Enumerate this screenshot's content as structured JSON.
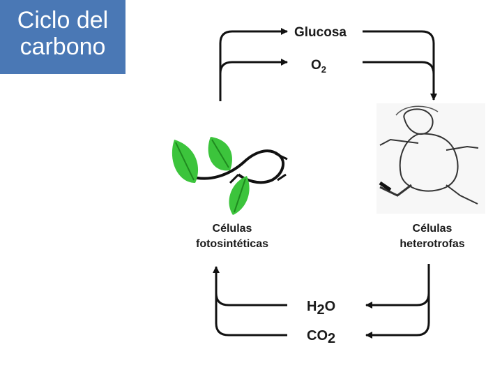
{
  "slide": {
    "title_line1": "Ciclo del",
    "title_line2": "carbono"
  },
  "diagram": {
    "top_labels": {
      "glucose": "Glucosa",
      "oxygen_main": "O",
      "oxygen_sub": "2"
    },
    "bottom_labels": {
      "water_h": "H",
      "water_sub": "2",
      "water_o": "O",
      "co2_main": "CO",
      "co2_sub": "2"
    },
    "left_node": {
      "line1": "Células",
      "line2": "fotosintéticas",
      "image": "leaves-icon"
    },
    "right_node": {
      "line1": "Células",
      "line2": "heterotrofas",
      "image": "running-person-icon"
    },
    "colors": {
      "leaf": "#3cc43c",
      "arrow": "#111111",
      "title_bg": "#4a78b5"
    }
  }
}
